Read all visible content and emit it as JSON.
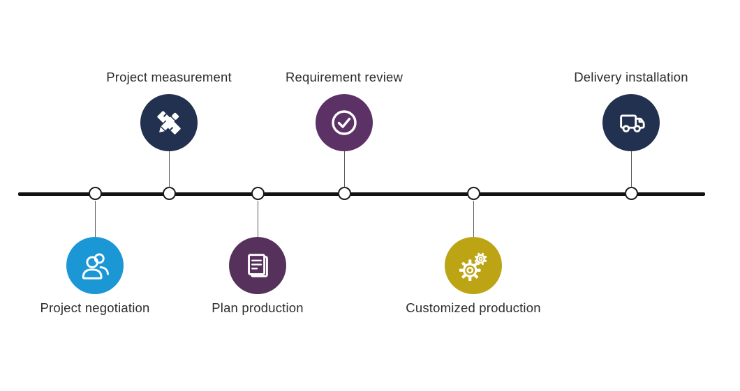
{
  "timeline": {
    "line_color": "#121212",
    "node_fill": "#ffffff",
    "node_border": "#1a1a1a",
    "label_color": "#2d2d2d",
    "steps": [
      {
        "label": "Project negotiation",
        "position": "below",
        "color": "#1b97d6",
        "icon": "people-icon"
      },
      {
        "label": "Project measurement",
        "position": "above",
        "color": "#22314f",
        "icon": "ruler-pencil-icon"
      },
      {
        "label": "Plan production",
        "position": "below",
        "color": "#56315c",
        "icon": "document-icon"
      },
      {
        "label": "Requirement review",
        "position": "above",
        "color": "#5c3166",
        "icon": "check-circle-icon"
      },
      {
        "label": "Customized production",
        "position": "below",
        "color": "#bca414",
        "icon": "gears-icon"
      },
      {
        "label": "Delivery installation",
        "position": "above",
        "color": "#22314f",
        "icon": "truck-icon"
      }
    ]
  }
}
